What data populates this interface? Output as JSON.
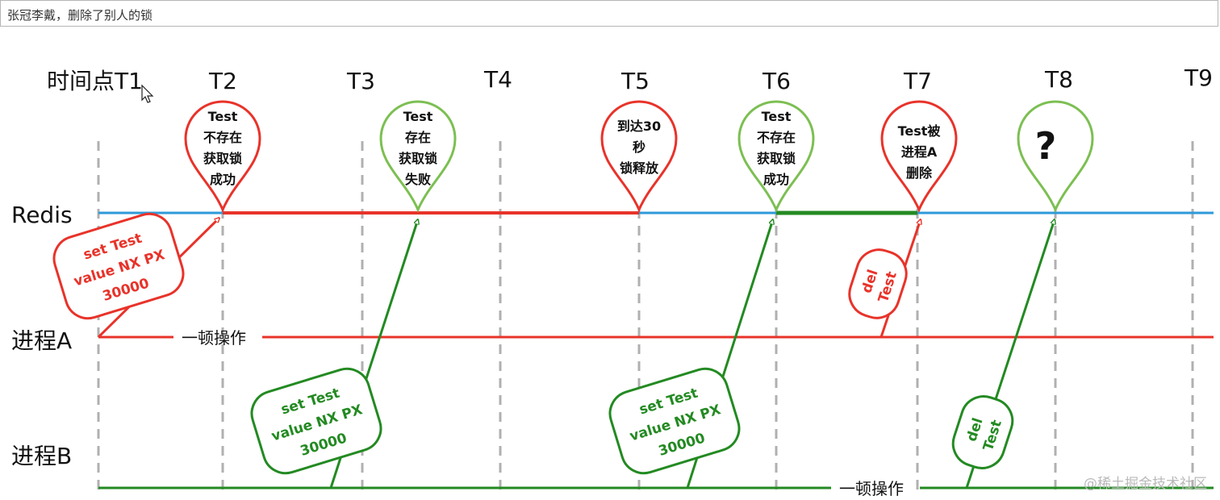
{
  "caption": "张冠李戴，删除了别人的锁",
  "colors": {
    "red": "#e8332a",
    "green": "#238a22",
    "pin_green": "#7cbf52",
    "blue": "#2e9ad9",
    "dash": "#b0b0b0"
  },
  "time_points": [
    "时间点T1",
    "T2",
    "T3",
    "T4",
    "T5",
    "T6",
    "T7",
    "T8",
    "T9"
  ],
  "lanes": {
    "redis": "Redis",
    "process_a": "进程A",
    "process_b": "进程B"
  },
  "pins": [
    {
      "id": "t2",
      "color": "red",
      "lines": [
        "Test",
        "不存在",
        "获取锁",
        "成功"
      ]
    },
    {
      "id": "t3",
      "color": "green",
      "lines": [
        "Test",
        "存在",
        "获取锁",
        "失败"
      ]
    },
    {
      "id": "t5",
      "color": "red",
      "lines": [
        "到达30",
        "秒",
        "锁释放"
      ]
    },
    {
      "id": "t6",
      "color": "green",
      "lines": [
        "Test",
        "不存在",
        "获取锁",
        "成功"
      ]
    },
    {
      "id": "t7",
      "color": "red",
      "lines": [
        "Test被",
        "进程A",
        "删除"
      ]
    },
    {
      "id": "t8",
      "color": "green",
      "lines": [
        "?"
      ]
    }
  ],
  "commands": {
    "a_set": [
      "set  Test",
      "value NX  PX",
      "30000"
    ],
    "b_set1": [
      "set  Test",
      "value NX  PX",
      "30000"
    ],
    "b_set2": [
      "set  Test",
      "value NX  PX",
      "30000"
    ],
    "a_del": [
      "del",
      "Test"
    ],
    "b_del": [
      "del",
      "Test"
    ]
  },
  "operations": {
    "a": "一顿操作",
    "b": "一顿操作"
  },
  "watermark": "@稀土掘金技术社区"
}
